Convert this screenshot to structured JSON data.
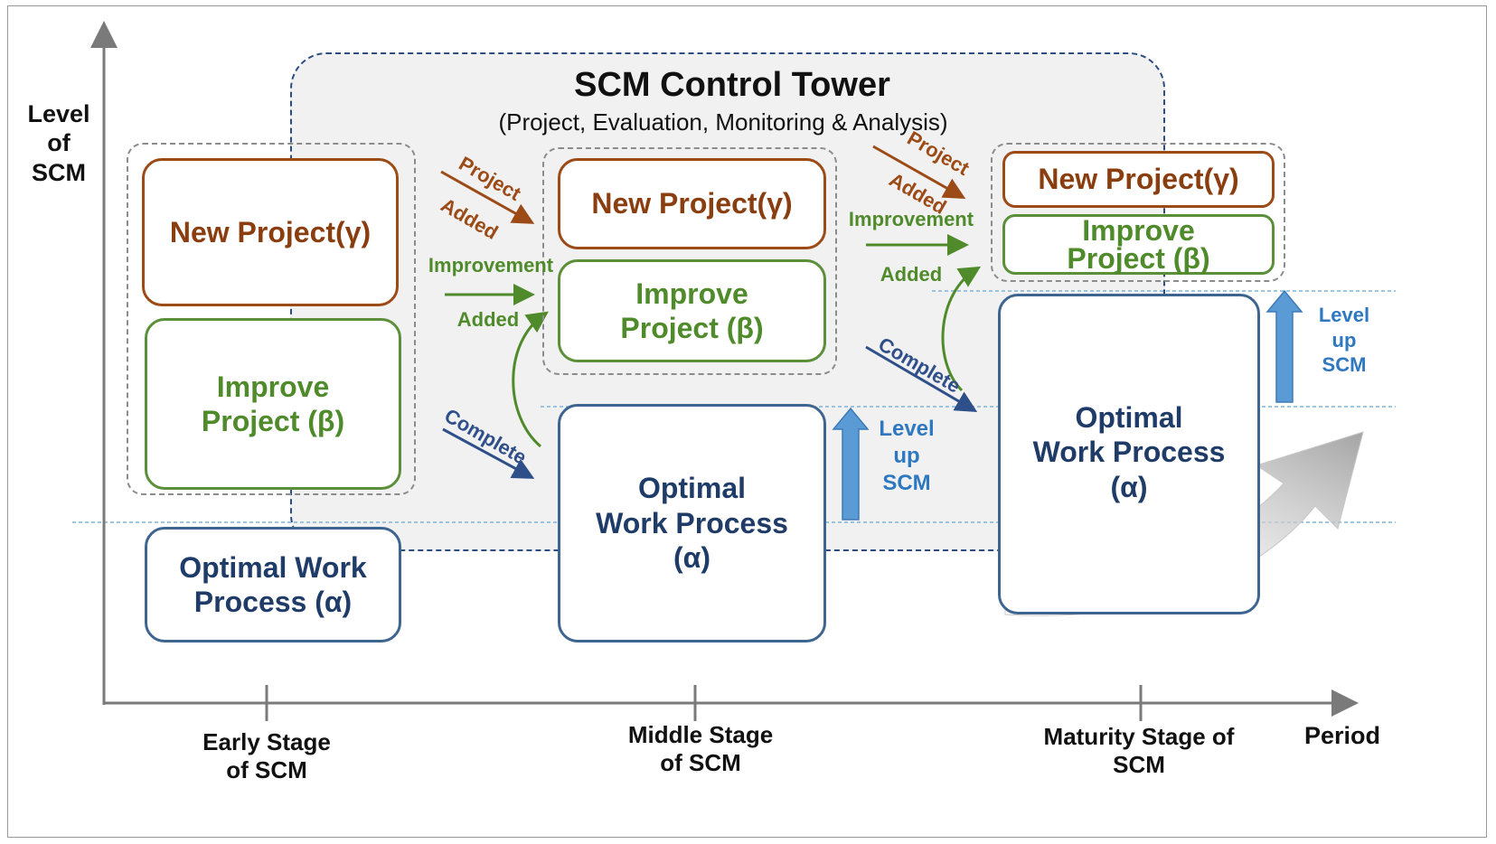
{
  "axes": {
    "y_label": "Level\nof\nSCM",
    "x_label": "Period",
    "stages": [
      "Early Stage\nof SCM",
      "Middle Stage\nof SCM",
      "Maturity Stage of\nSCM"
    ]
  },
  "tower": {
    "title": "SCM Control Tower",
    "subtitle": "(Project, Evaluation, Monitoring & Analysis)"
  },
  "boxes": {
    "early": {
      "gamma": "New Project(γ)",
      "beta": "Improve\nProject (β)",
      "alpha": "Optimal Work\nProcess (α)"
    },
    "middle": {
      "gamma": "New Project(γ)",
      "beta": "Improve\nProject (β)",
      "alpha": "Optimal\nWork Process\n(α)"
    },
    "maturity": {
      "gamma": "New Project(γ)",
      "beta": "Improve\nProject (β)",
      "alpha": "Optimal\nWork Process\n(α)"
    }
  },
  "transitions": {
    "project": "Project",
    "added": "Added",
    "improvement": "Improvement",
    "complete": "Complete"
  },
  "level_up": "Level\nup\nSCM",
  "colors": {
    "gamma": "#9c4a16",
    "beta": "#5c8f3a",
    "alpha": "#3d6590",
    "complete_arrow": "#2e4f8a",
    "level_up": "#2e78c0"
  }
}
